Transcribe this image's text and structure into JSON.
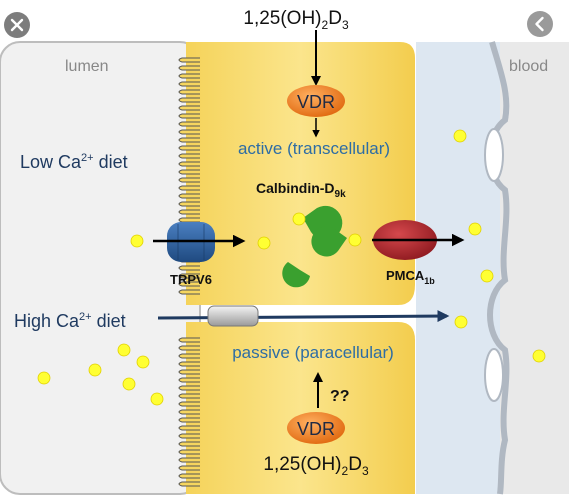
{
  "ui": {
    "close_icon": "close-icon",
    "back_icon": "chevron-left-icon"
  },
  "labels": {
    "lumen": "lumen",
    "blood": "blood",
    "low_diet_prefix": "Low Ca",
    "low_diet_sup": "2+",
    "low_diet_suffix": " diet",
    "high_diet_prefix": "High Ca",
    "high_diet_sup": "2+",
    "high_diet_suffix": " diet",
    "hormone_top_prefix": "1,25(OH)",
    "hormone_top_sub1": "2",
    "hormone_top_mid": "D",
    "hormone_top_sub2": "3",
    "hormone_bottom_prefix": "1,25(OH)",
    "hormone_bottom_sub1": "2",
    "hormone_bottom_mid": "D",
    "hormone_bottom_sub2": "3",
    "vdr_top": "VDR",
    "vdr_bottom": "VDR",
    "active": "active (transcellular)",
    "passive": "passive (paracellular)",
    "calbindin_prefix": "Calbindin-D",
    "calbindin_sub": "9k",
    "trpv6": "TRPV6",
    "pmca_prefix": "PMCA",
    "pmca_sub": "1b",
    "unknown": "??"
  },
  "colors": {
    "lumen_bg": "#f2f2f2",
    "cell_fill": "#f7dc6f",
    "blood_bg": "#dce6f0",
    "vdr": "#ef7d1f",
    "trpv6": "#2f5f9e",
    "pmca": "#b5272d",
    "calbindin": "#3aa02f",
    "calcium": "#ffff33",
    "active_text": "#2e6da4",
    "label_navy": "#1f3a60"
  }
}
